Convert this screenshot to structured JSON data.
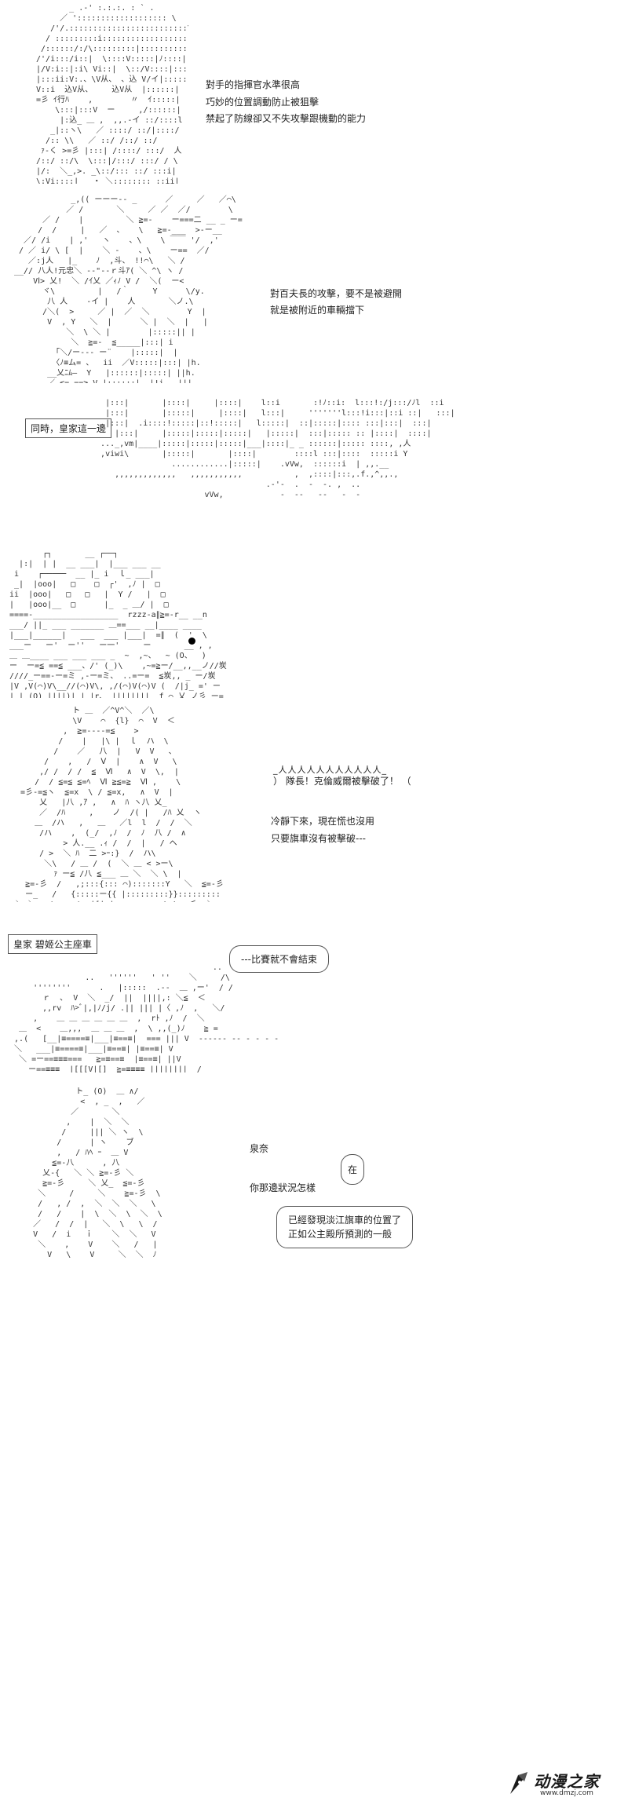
{
  "panel1": {
    "lines": [
      "對手的指揮官水準很高",
      "巧妙的位置調動防止被狙擊",
      "禁起了防線卻又不失攻擊跟機動的能力"
    ]
  },
  "panel2": {
    "lines": [
      "對百夫長的攻擊，要不是被避開",
      "就是被附近的車輛擋下"
    ]
  },
  "panel3": {
    "box": "同時，皇家這一邊"
  },
  "panel5": {
    "shout": "隊長！克倫威爾被擊破了！",
    "lines": [
      "冷靜下來，現在慌也沒用",
      "只要旗車沒有被擊破---"
    ]
  },
  "panel6": {
    "box_label": "皇家 碧姬公主座車",
    "bubble": "---比賽就不會結束"
  },
  "panel7": {
    "name": "泉奈",
    "reply": "在",
    "question": "你那邊狀況怎樣",
    "report": [
      "已經發現淡江旗車的位置了",
      "正如公主殿所預測的一般"
    ]
  },
  "watermark": {
    "name": "动漫之家",
    "url": "www.dmzj.com",
    "icon": "pen-nib-logo"
  }
}
